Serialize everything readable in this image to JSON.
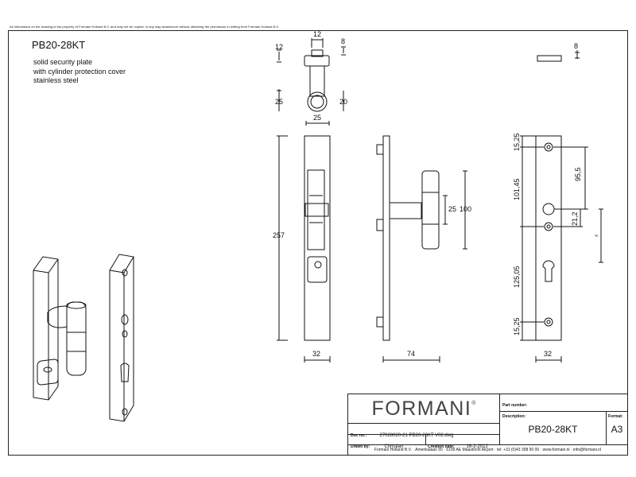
{
  "notice": "All information on the drawing is the property of Formani Holland B.V. and may not be copied, in any way whatsoever without obtaining the permission in writing from Formani Holland B.V.",
  "product": {
    "code": "PB20-28KT",
    "description_lines": [
      "solid security plate",
      "with cylinder protection cover",
      "stainless steel"
    ]
  },
  "dimensions": {
    "top_view": {
      "knob_width": "12",
      "knob_height": "12",
      "cap_height": "8",
      "rose_height": "25",
      "rose_diameter": "20",
      "rose_width": "25"
    },
    "small_part": {
      "thickness": "8"
    },
    "front": {
      "height": "257",
      "width": "32"
    },
    "side": {
      "depth": "74",
      "knob_diameter": "25",
      "handle_length": "100"
    },
    "back": {
      "top_offset": "15,25",
      "upper_span": "101,45",
      "center_distance": "95,5",
      "spindle_offset": "21,2",
      "lower_span": "125,05",
      "bottom_offset": "15,25",
      "width": "32",
      "x_marker": "x"
    }
  },
  "title_block": {
    "logo": "FORMANI",
    "logo_mark": "®",
    "part_number_label": "Part number:",
    "part_number": "",
    "description_label": "Description:",
    "description": "PB20-28KT",
    "format_label": "Format:",
    "format": "A3",
    "doc_no_label": "Doc no.:",
    "doc_no": "27028020-21 PB20-28KT V02.dwg",
    "drawn_by_label": "Drawn by:",
    "drawn_by": "Christian",
    "creation_date_label": "Creation date:",
    "creation_date": "16-2-2012",
    "footer": "Formani Holland B.V. · Amerikalaan 55 · 6199 AE Maastricht Airport · tel: +31 (0)43 308 90 00 · www.formani.nl · info@formani.nl"
  }
}
